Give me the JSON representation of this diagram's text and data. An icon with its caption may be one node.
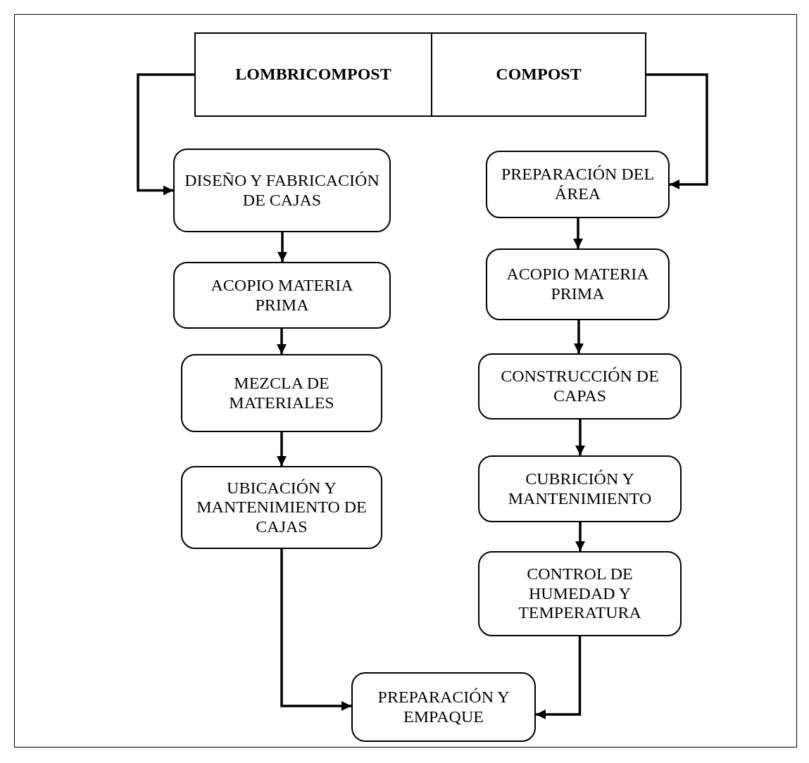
{
  "diagram": {
    "nodes": [
      {
        "text": [
          "LOMBRICOMPOST"
        ]
      },
      {
        "text": [
          "COMPOST"
        ]
      },
      {
        "text": [
          "DISEÑO Y FABRICACIÓN DE CAJAS"
        ]
      },
      {
        "text": [
          "ACOPIO MATERIA PRIMA"
        ]
      },
      {
        "text": [
          "MEZCLA DE MATERIALES"
        ]
      },
      {
        "text": [
          "UBICACIÓN Y MANTENIMIENTO DE CAJAS"
        ]
      },
      {
        "text": [
          "PREPARACIÓN DEL ÁREA"
        ]
      },
      {
        "text": [
          "ACOPIO MATERIA PRIMA"
        ]
      },
      {
        "text": [
          "CONSTRUCCIÓN DE CAPAS"
        ]
      },
      {
        "text": [
          "CUBRICIÓN Y MANTENIMIENTO"
        ]
      },
      {
        "text": [
          "CONTROL DE HUMEDAD Y TEMPERATURA"
        ]
      },
      {
        "text": [
          "PREPARACIÓN Y EMPAQUE"
        ]
      }
    ],
    "edges": [
      {
        "from": 0,
        "to": 2,
        "arrow": "to"
      },
      {
        "from": 2,
        "to": 3,
        "arrow": "to"
      },
      {
        "from": 3,
        "to": 4,
        "arrow": "to"
      },
      {
        "from": 4,
        "to": 5,
        "arrow": "to"
      },
      {
        "from": 5,
        "to": 11,
        "arrow": "to"
      },
      {
        "from": 1,
        "to": 6,
        "arrow": "to"
      },
      {
        "from": 6,
        "to": 7,
        "arrow": "to"
      },
      {
        "from": 7,
        "to": 8,
        "arrow": "to"
      },
      {
        "from": 8,
        "to": 9,
        "arrow": "to"
      },
      {
        "from": 9,
        "to": 10,
        "arrow": "to"
      },
      {
        "from": 10,
        "to": 11,
        "arrow": "to"
      }
    ]
  }
}
